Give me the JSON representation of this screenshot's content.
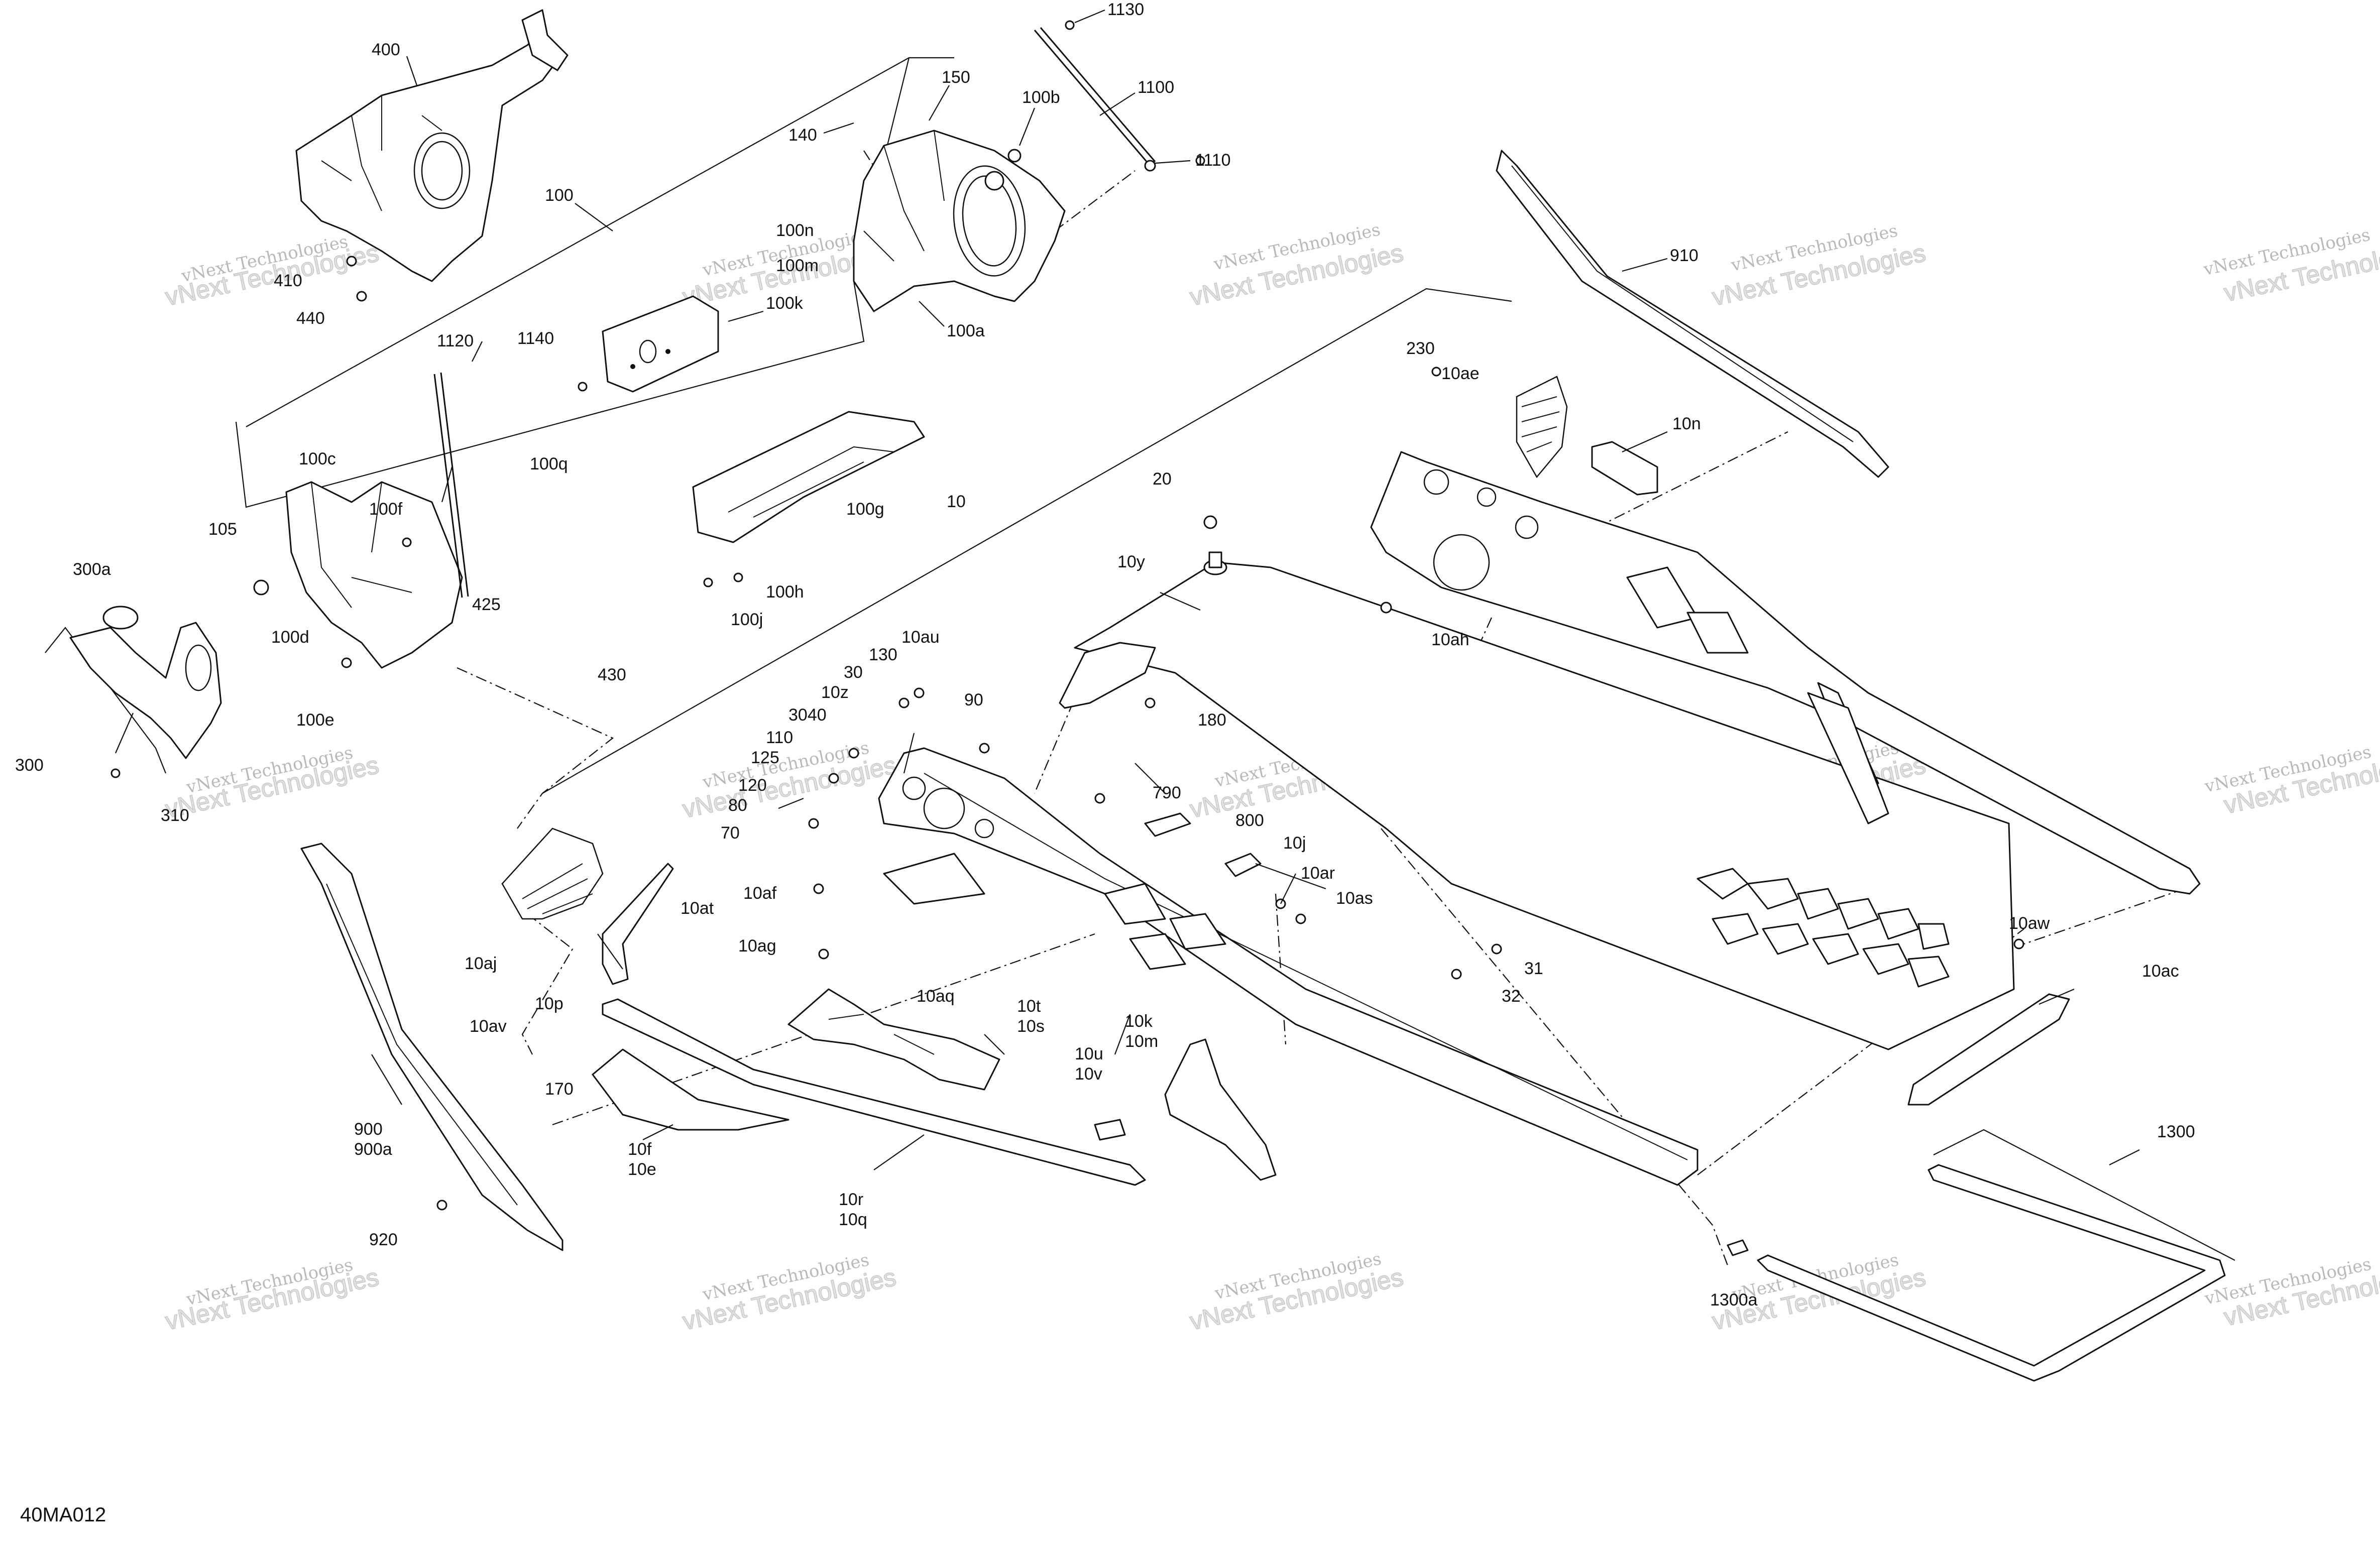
{
  "diagram": {
    "code": "40MA012",
    "watermark": {
      "line1": "vNext Technologies",
      "line2": "vNext Technologies"
    },
    "labels": [
      {
        "id": "400",
        "text": "400"
      },
      {
        "id": "100",
        "text": "100"
      },
      {
        "id": "410",
        "text": "410"
      },
      {
        "id": "440",
        "text": "440"
      },
      {
        "id": "1130",
        "text": "1130"
      },
      {
        "id": "1100",
        "text": "1100"
      },
      {
        "id": "1110",
        "text": "1110"
      },
      {
        "id": "150",
        "text": "150"
      },
      {
        "id": "140",
        "text": "140"
      },
      {
        "id": "100b",
        "text": "100b"
      },
      {
        "id": "100n",
        "text": "100n"
      },
      {
        "id": "100m",
        "text": "100m"
      },
      {
        "id": "100a",
        "text": "100a"
      },
      {
        "id": "100k",
        "text": "100k"
      },
      {
        "id": "100q",
        "text": "100q"
      },
      {
        "id": "1120",
        "text": "1120"
      },
      {
        "id": "1140",
        "text": "1140"
      },
      {
        "id": "100c",
        "text": "100c"
      },
      {
        "id": "100f",
        "text": "100f"
      },
      {
        "id": "105",
        "text": "105"
      },
      {
        "id": "300a",
        "text": "300a"
      },
      {
        "id": "100d",
        "text": "100d"
      },
      {
        "id": "425",
        "text": "425"
      },
      {
        "id": "430",
        "text": "430"
      },
      {
        "id": "100e",
        "text": "100e"
      },
      {
        "id": "300",
        "text": "300"
      },
      {
        "id": "310",
        "text": "310"
      },
      {
        "id": "100g",
        "text": "100g"
      },
      {
        "id": "100h",
        "text": "100h"
      },
      {
        "id": "100j",
        "text": "100j"
      },
      {
        "id": "10",
        "text": "10"
      },
      {
        "id": "910",
        "text": "910"
      },
      {
        "id": "230",
        "text": "230"
      },
      {
        "id": "10ae",
        "text": "10ae"
      },
      {
        "id": "10n",
        "text": "10n"
      },
      {
        "id": "20",
        "text": "20"
      },
      {
        "id": "10y",
        "text": "10y"
      },
      {
        "id": "10ah",
        "text": "10ah"
      },
      {
        "id": "10au",
        "text": "10au"
      },
      {
        "id": "130",
        "text": "130"
      },
      {
        "id": "30",
        "text": "30"
      },
      {
        "id": "10z",
        "text": "10z"
      },
      {
        "id": "3040",
        "text": "3040"
      },
      {
        "id": "90",
        "text": "90"
      },
      {
        "id": "180",
        "text": "180"
      },
      {
        "id": "110",
        "text": "110"
      },
      {
        "id": "125",
        "text": "125"
      },
      {
        "id": "120",
        "text": "120"
      },
      {
        "id": "80",
        "text": "80"
      },
      {
        "id": "70",
        "text": "70"
      },
      {
        "id": "10af",
        "text": "10af"
      },
      {
        "id": "790",
        "text": "790"
      },
      {
        "id": "800",
        "text": "800"
      },
      {
        "id": "10j",
        "text": "10j"
      },
      {
        "id": "10ar",
        "text": "10ar"
      },
      {
        "id": "10as",
        "text": "10as"
      },
      {
        "id": "10aw",
        "text": "10aw"
      },
      {
        "id": "10ac",
        "text": "10ac"
      },
      {
        "id": "31",
        "text": "31"
      },
      {
        "id": "32",
        "text": "32"
      },
      {
        "id": "10aj",
        "text": "10aj"
      },
      {
        "id": "10at",
        "text": "10at"
      },
      {
        "id": "10ag",
        "text": "10ag"
      },
      {
        "id": "10p",
        "text": "10p"
      },
      {
        "id": "10aq",
        "text": "10aq"
      },
      {
        "id": "10t",
        "text": "10t"
      },
      {
        "id": "10s",
        "text": "10s"
      },
      {
        "id": "10k",
        "text": "10k"
      },
      {
        "id": "10m",
        "text": "10m"
      },
      {
        "id": "10av",
        "text": "10av"
      },
      {
        "id": "10u",
        "text": "10u"
      },
      {
        "id": "10v",
        "text": "10v"
      },
      {
        "id": "170",
        "text": "170"
      },
      {
        "id": "900",
        "text": "900"
      },
      {
        "id": "900a",
        "text": "900a"
      },
      {
        "id": "10f",
        "text": "10f"
      },
      {
        "id": "10e",
        "text": "10e"
      },
      {
        "id": "10r",
        "text": "10r"
      },
      {
        "id": "10q",
        "text": "10q"
      },
      {
        "id": "920",
        "text": "920"
      },
      {
        "id": "1300",
        "text": "1300"
      },
      {
        "id": "1300a",
        "text": "1300a"
      }
    ]
  }
}
